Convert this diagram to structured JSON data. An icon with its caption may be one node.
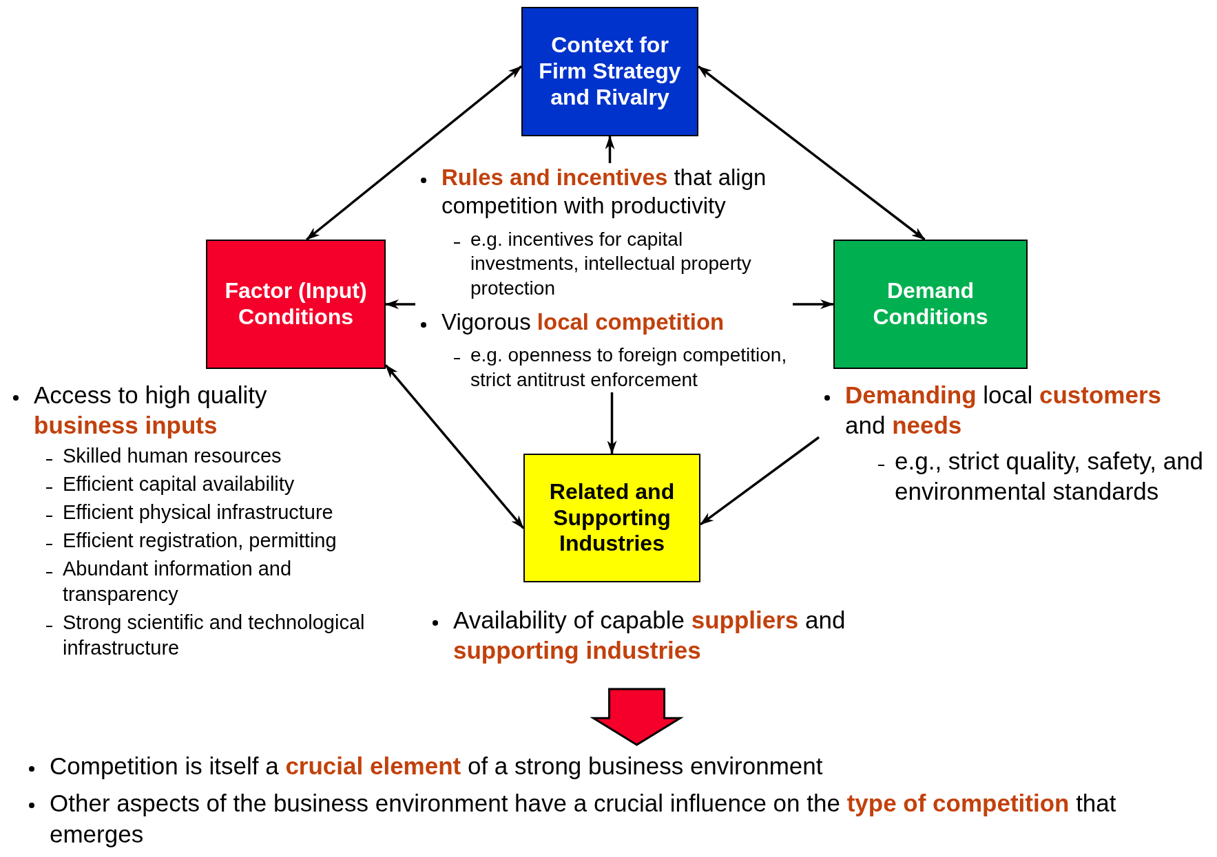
{
  "diagram": {
    "nodes": [
      {
        "text": [
          "Context for Firm Strategy and Rivalry"
        ]
      },
      {
        "text": [
          "Factor (Input) Conditions"
        ]
      },
      {
        "text": [
          "**Rules and incentives** that align competition with productivity",
          "e.g. incentives for capital investments, intellectual property protection",
          "Vigorous **local competition**",
          "e.g. openness to foreign competition, strict antitrust enforcement"
        ]
      },
      {
        "text": [
          "Demand Conditions"
        ]
      },
      {
        "text": [
          "**Demanding** local **customers** and **needs**",
          "e.g., strict quality, safety, and environmental standards"
        ]
      },
      {
        "text": [
          "Related and Supporting Industries"
        ]
      },
      {
        "text": [
          "Availability of capable **suppliers** and **supporting industries**"
        ]
      },
      {
        "text": [
          "Competition is itself a **crucial element** of a strong business environment",
          "Other aspects of the business environment have a crucial influence on the **type of competition** that emerges"
        ]
      },
      {
        "text": [
          "Access to high quality **business inputs**",
          "Skilled human resources",
          "Efficient capital availability",
          "Efficient physical infrastructure",
          "Efficient registration, permitting",
          "Abundant information and transparency",
          "Strong scientific and technological infrastructure"
        ]
      }
    ],
    "edges": [
      {
        "from": 0,
        "to": 1,
        "arrow": "both"
      },
      {
        "from": 0,
        "to": 3,
        "arrow": "both"
      },
      {
        "from": 1,
        "to": 5,
        "arrow": "both"
      },
      {
        "from": 4,
        "to": 5,
        "arrow": "to"
      },
      {
        "from": 2,
        "to": 0,
        "arrow": "to"
      },
      {
        "from": 2,
        "to": 1,
        "arrow": "to"
      },
      {
        "from": 2,
        "to": 3,
        "arrow": "to"
      },
      {
        "from": 2,
        "to": 5,
        "arrow": "to"
      },
      {
        "from": 6,
        "to": 7,
        "arrow": "to",
        "style": "thick",
        "color": "#f5002a"
      }
    ]
  }
}
